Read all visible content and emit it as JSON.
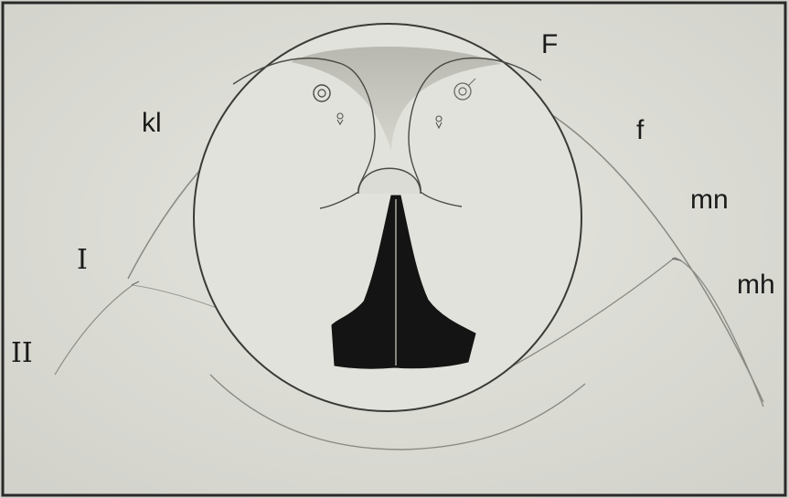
{
  "labels": {
    "F": "F",
    "kl": "kl",
    "f": "f",
    "mn": "mn",
    "I": "I",
    "mh": "mh",
    "II": "II"
  },
  "colors": {
    "background": "#dcdcd6",
    "border": "#2a2a2a",
    "line": "#555550",
    "dark_region": "#141414",
    "shade": "#bfbfb8"
  }
}
